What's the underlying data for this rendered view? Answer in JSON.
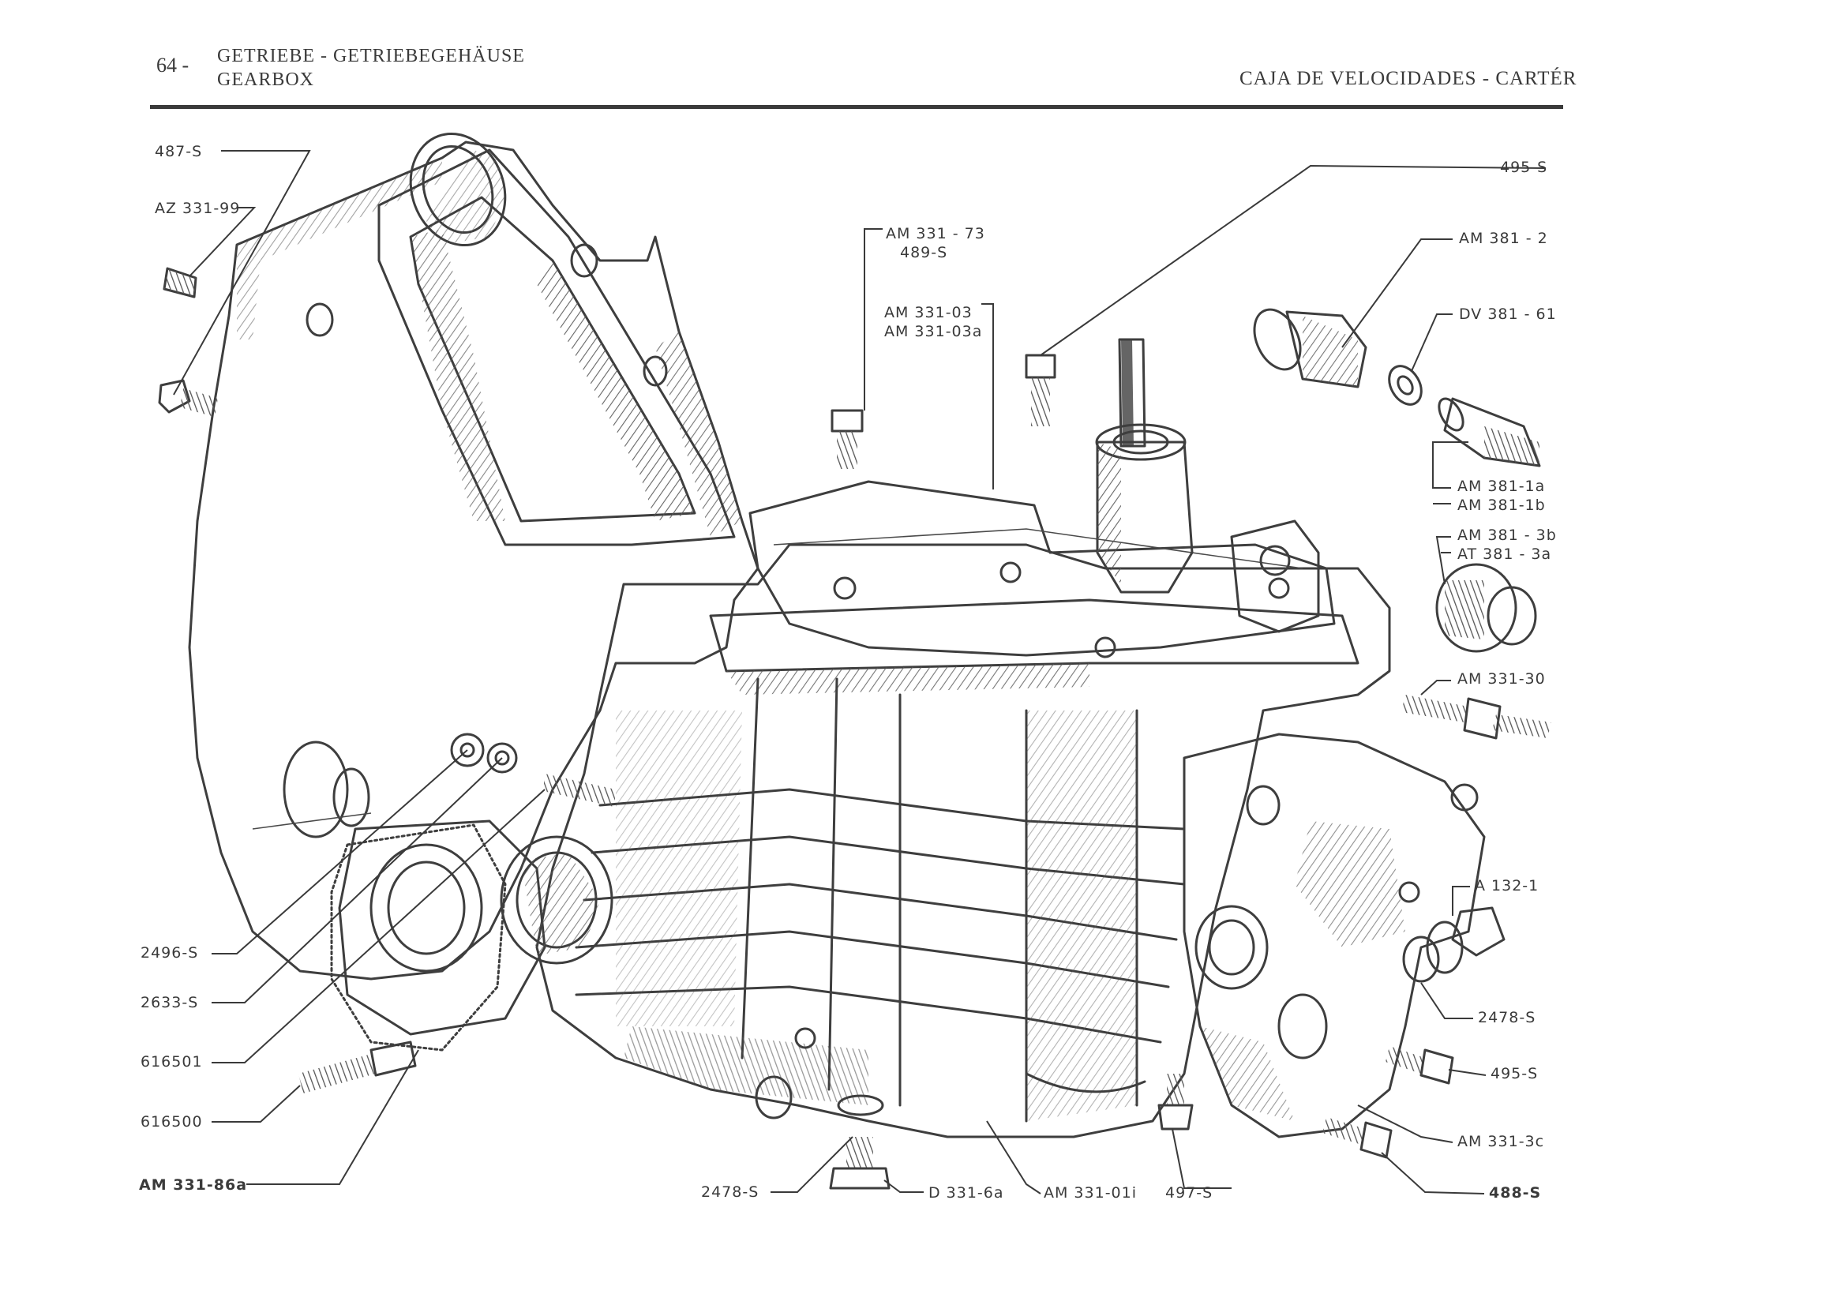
{
  "header": {
    "page_number": "64 -",
    "title_de": "GETRIEBE - GETRIEBEGEHÄUSE",
    "title_en": "GEARBOX",
    "title_es": "CAJA DE VELOCIDADES - CARTÉR"
  },
  "labels": {
    "l_487S": "487-S",
    "l_AZ33199": "AZ 331-99",
    "l_AM33173": "AM 331 - 73",
    "l_489S": "489-S",
    "l_AM33103": "AM 331-03",
    "l_AM33103a": "AM 331-03a",
    "l_495S_top": "495-S",
    "l_AM3812": "AM 381 - 2",
    "l_DV38161": "DV 381 - 61",
    "l_AM3811a": "AM 381-1a",
    "l_AM3811b": "AM 381-1b",
    "l_AM3813b": "AM 381 - 3b",
    "l_AT3813a": "AT 381 - 3a",
    "l_AM33130": "AM 331-30",
    "l_A1321": "A 132-1",
    "l_2478S_r": "2478-S",
    "l_495S_r": "495-S",
    "l_AM3313c": "AM 331-3c",
    "l_488S": "488-S",
    "l_2496S": "2496-S",
    "l_2633S": "2633-S",
    "l_616501": "616501",
    "l_616500": "616500",
    "l_AM33186a": "AM 331-86a",
    "l_2478S_b": "2478-S",
    "l_D3316a": "D 331-6a",
    "l_AM33101i": "AM 331-01i",
    "l_497S": "497-S"
  },
  "colors": {
    "ink": "#3a3a3a",
    "paper": "#ffffff"
  }
}
